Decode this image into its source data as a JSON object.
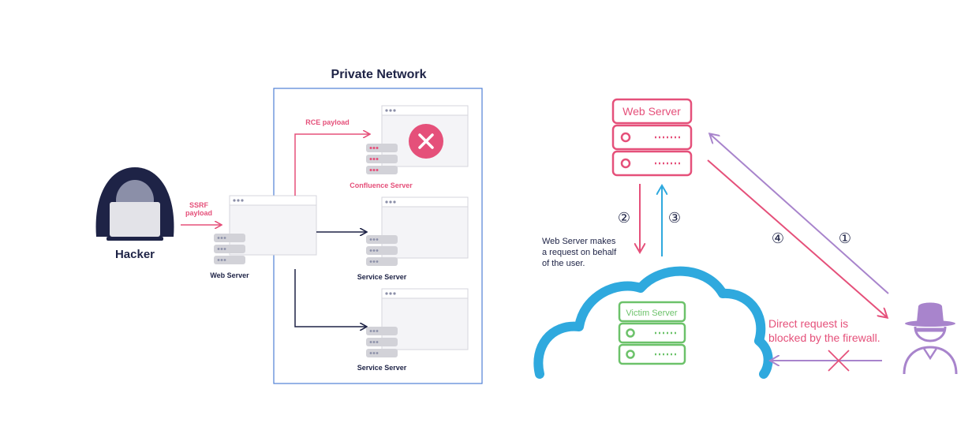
{
  "left": {
    "title": "Private Network",
    "hacker_label": "Hacker",
    "ssrf_label_line1": "SSRF",
    "ssrf_label_line2": "payload",
    "rce_label": "RCE payload",
    "web_server_label": "Web Server",
    "confluence_label": "Confluence Server",
    "service_label_1": "Service Server",
    "service_label_2": "Service Server"
  },
  "right": {
    "web_server_label": "Web Server",
    "victim_server_label": "Victim Server",
    "step_2": "②",
    "step_3": "③",
    "step_4": "④",
    "step_1": "①",
    "note_line1": "Web Server makes",
    "note_line2": "a request on behalf",
    "note_line3": "of the user.",
    "blocked_line1": "Direct request is",
    "blocked_line2": "blocked by the firewall."
  },
  "colors": {
    "pink": "#e5507a",
    "purple": "#a884cc",
    "blue": "#2fa9de",
    "green": "#6cc26a",
    "navy": "#1e2346",
    "network_border": "#4f80d6",
    "gray": "#c9c9cf"
  }
}
